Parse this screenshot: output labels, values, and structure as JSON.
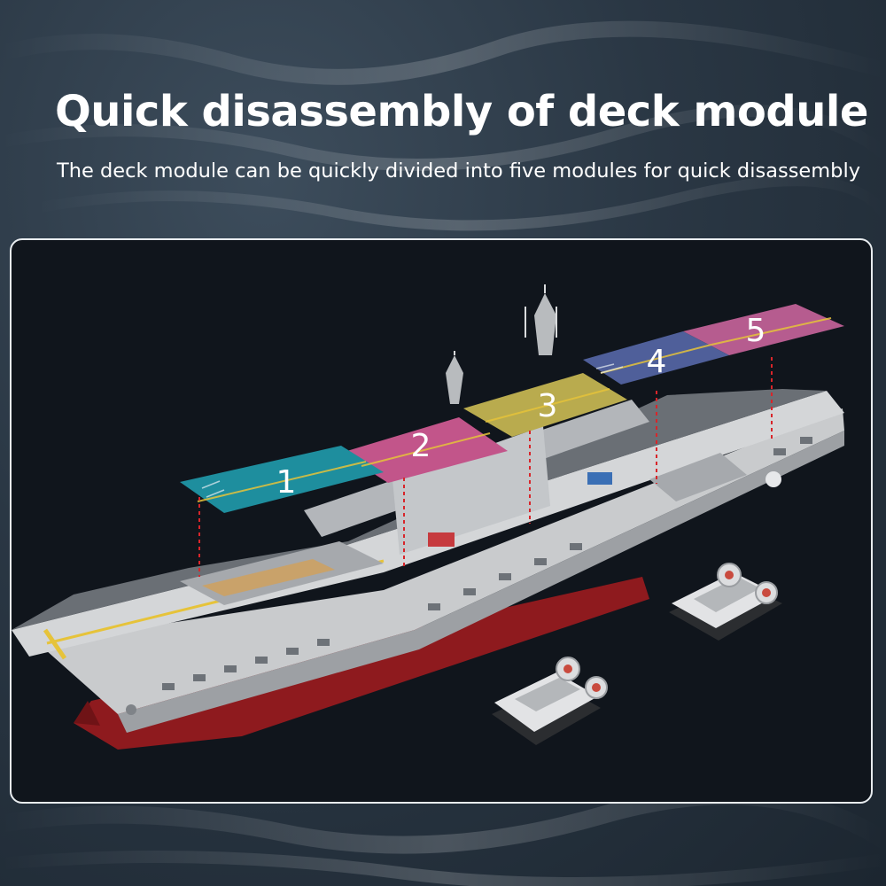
{
  "header": {
    "title": "Quick disassembly of deck module",
    "subtitle": "The deck module can be quickly divided into five modules for quick disassembly"
  },
  "deck_modules": [
    {
      "number": "1",
      "color": "#1e8e9e"
    },
    {
      "number": "2",
      "color": "#c2558a"
    },
    {
      "number": "3",
      "color": "#b9ab4e"
    },
    {
      "number": "4",
      "color": "#4f5f9a"
    },
    {
      "number": "5",
      "color": "#b65c8f"
    }
  ],
  "colors": {
    "hull_gray": "#c9cbcd",
    "hull_red": "#8e1a1e",
    "deck_gray": "#6a6f75",
    "guide_line": "#d8252a",
    "deck_stripe": "#e6c33a"
  },
  "icons": [
    "aircraft-carrier-icon",
    "hovercraft-icon"
  ]
}
